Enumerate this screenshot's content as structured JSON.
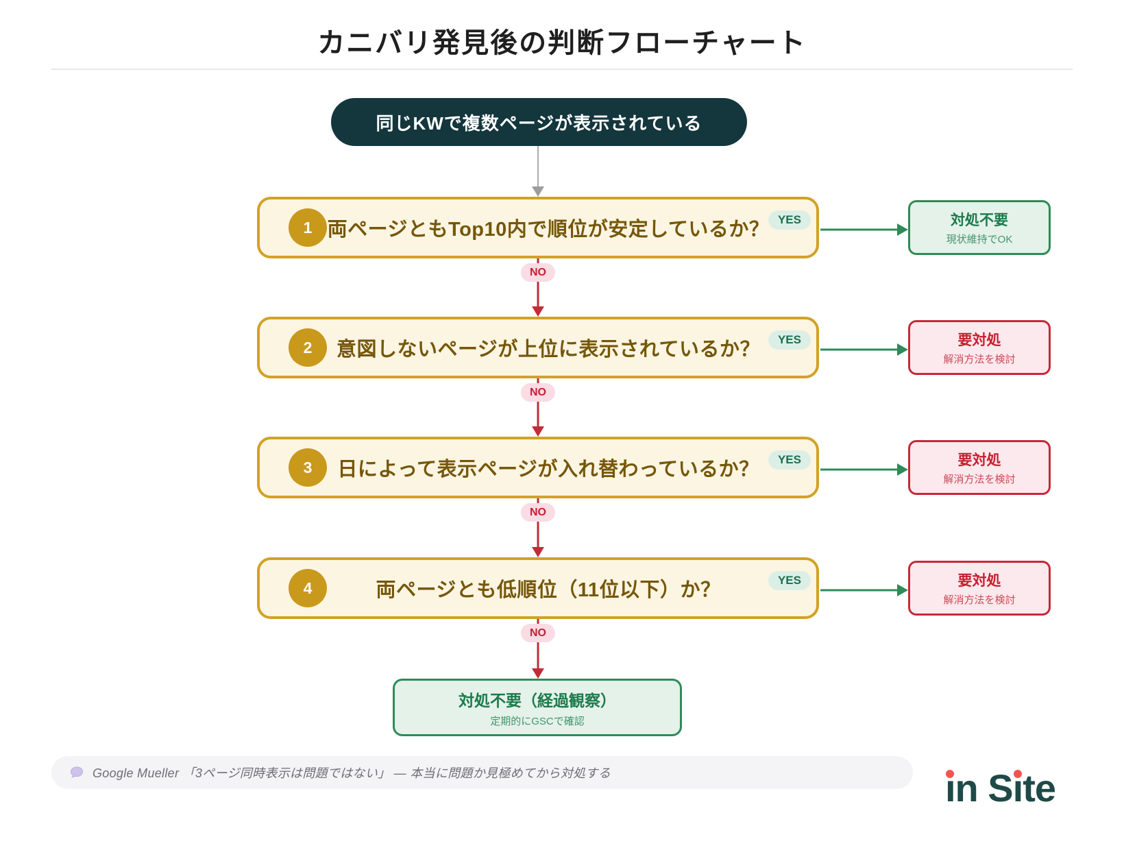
{
  "title": "カニバリ発見後の判断フローチャート",
  "start": {
    "label": "同じKWで複数ページが表示されている"
  },
  "questions": [
    {
      "number": "1",
      "text": "両ページともTop10内で順位が安定しているか？",
      "yes_label": "YES",
      "no_label": "NO",
      "result": {
        "type": "ok",
        "title": "対処不要",
        "subtitle": "現状維持でOK"
      }
    },
    {
      "number": "2",
      "text": "意図しないページが上位に表示されているか？",
      "yes_label": "YES",
      "no_label": "NO",
      "result": {
        "type": "alert",
        "title": "要対処",
        "subtitle": "解消方法を検討"
      }
    },
    {
      "number": "3",
      "text": "日によって表示ページが入れ替わっているか？",
      "yes_label": "YES",
      "no_label": "NO",
      "result": {
        "type": "alert",
        "title": "要対処",
        "subtitle": "解消方法を検討"
      }
    },
    {
      "number": "4",
      "text": "両ページとも低順位（11位以下）か？",
      "yes_label": "YES",
      "no_label": "NO",
      "result": {
        "type": "alert",
        "title": "要対処",
        "subtitle": "解消方法を検討"
      }
    }
  ],
  "final": {
    "title": "対処不要（経過観察）",
    "subtitle": "定期的にGSCで確認"
  },
  "footer": {
    "icon": "speech-bubble",
    "quote": "Google Mueller 「3ページ同時表示は問題ではない」 — 本当に問題か見極めてから対処する"
  },
  "logo": {
    "name": "in Site",
    "parts": [
      "ı",
      "n S",
      "ı",
      "te"
    ]
  },
  "colors": {
    "start_bg": "#14363d",
    "question_border": "#d1a226",
    "question_bg": "#fcf5e2",
    "question_text": "#75570a",
    "yes_green": "#2e8b57",
    "no_red": "#c22c38",
    "ok_bg": "#e4f2ea",
    "alert_bg": "#fce9ed",
    "alert_border": "#c5293a",
    "logo_teal": "#1e4a47",
    "logo_dot": "#f2554e"
  }
}
